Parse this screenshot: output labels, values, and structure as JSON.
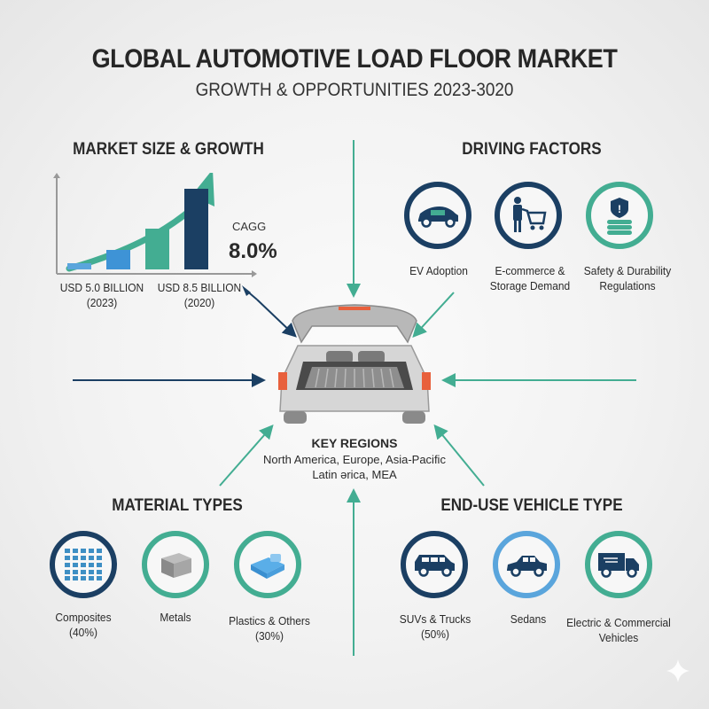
{
  "header": {
    "title": "GLOBAL AUTOMOTIVE LOAD FLOOR MARKET",
    "subtitle": "GROWTH & OPPORTUNITIES 2023-3020"
  },
  "market_size": {
    "heading": "MARKET SIZE & GROWTH",
    "start_label": "USD 5.0 BILLION",
    "start_year": "(2023)",
    "end_label": "USD 8.5 BILLION",
    "end_year": "(2020)",
    "cagg_label": "CAGG",
    "cagg_value": "8.0%"
  },
  "chart_data": {
    "type": "bar",
    "title": "MARKET SIZE & GROWTH",
    "categories": [
      "2023",
      "",
      "",
      "2020"
    ],
    "values": [
      5.0,
      6.1,
      7.2,
      8.5
    ],
    "bar_colors": [
      "#5aa5dc",
      "#3e93d6",
      "#43ad92",
      "#1b3f63"
    ],
    "annotations": [
      "USD 5.0 BILLION (2023)",
      "USD 8.5 BILLION (2020)",
      "CAGG 8.0%"
    ],
    "xlabel": "",
    "ylabel": "",
    "grid": false,
    "trend_arrow": true
  },
  "driving_factors": {
    "heading": "DRIVING FACTORS",
    "items": [
      {
        "label1": "EV Adoption",
        "label2": "",
        "icon": "ev-car-icon"
      },
      {
        "label1": "E-commerce &",
        "label2": "Storage Demand",
        "icon": "shopping-cart-person-icon"
      },
      {
        "label1": "Safety & Durability",
        "label2": "Regulations",
        "icon": "shield-layers-icon"
      }
    ]
  },
  "center": {
    "icon": "car-open-trunk-icon",
    "regions_heading": "KEY REGIONS",
    "regions_line1": "North America, Europe, Asia-Pacific",
    "regions_line2": "Latin ərica, MEA"
  },
  "material_types": {
    "heading": "MATERIAL TYPES",
    "items": [
      {
        "label1": "Composites",
        "label2": "(40%)",
        "icon": "composite-grid-icon"
      },
      {
        "label1": "Metals",
        "label2": "",
        "icon": "metal-block-icon"
      },
      {
        "label1": "Plastics & Others",
        "label2": "(30%)",
        "icon": "plastic-part-icon"
      }
    ]
  },
  "end_use": {
    "heading": "END-USE VEHICLE TYPE",
    "items": [
      {
        "label1": "SUVs & Trucks",
        "label2": "(50%)",
        "icon": "suv-icon"
      },
      {
        "label1": "Sedans",
        "label2": "",
        "icon": "sedan-icon"
      },
      {
        "label1": "Electric & Commercial",
        "label2": "Vehicles",
        "icon": "truck-icon"
      }
    ]
  },
  "colors": {
    "navy": "#1b3f63",
    "teal": "#43ad92",
    "light_blue": "#5aa5dc",
    "text": "#2a2a2a"
  }
}
